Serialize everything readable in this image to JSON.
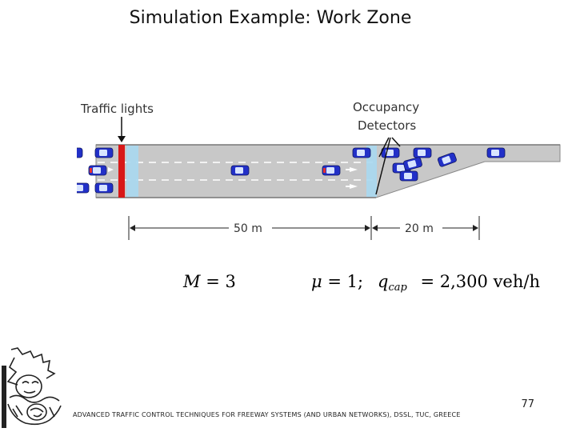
{
  "title": "Simulation Example: Work Zone",
  "diagram": {
    "traffic_lights_label": "Traffic lights",
    "detectors_label_line1": "Occupancy",
    "detectors_label_line2": "Detectors",
    "dim_left": "50 m",
    "dim_right": "20 m",
    "road_color": "#c8c8c8",
    "light_color": "#d81818",
    "detector_color": "#a8d8f0",
    "car_color": "#2230c8",
    "car_highlight": "#e83030"
  },
  "equations": {
    "m_var": "M",
    "m_eq": " = 3",
    "mu_var": "μ",
    "mu_eq": " = 1;",
    "q_var": "q",
    "q_sub": "cap",
    "q_eq": "= 2,300 veh/h"
  },
  "page_number": "77",
  "footer": "ADVANCED TRAFFIC CONTROL TECHNIQUES FOR FREEWAY SYSTEMS (AND URBAN NETWORKS), DSSL, TUC, GREECE"
}
